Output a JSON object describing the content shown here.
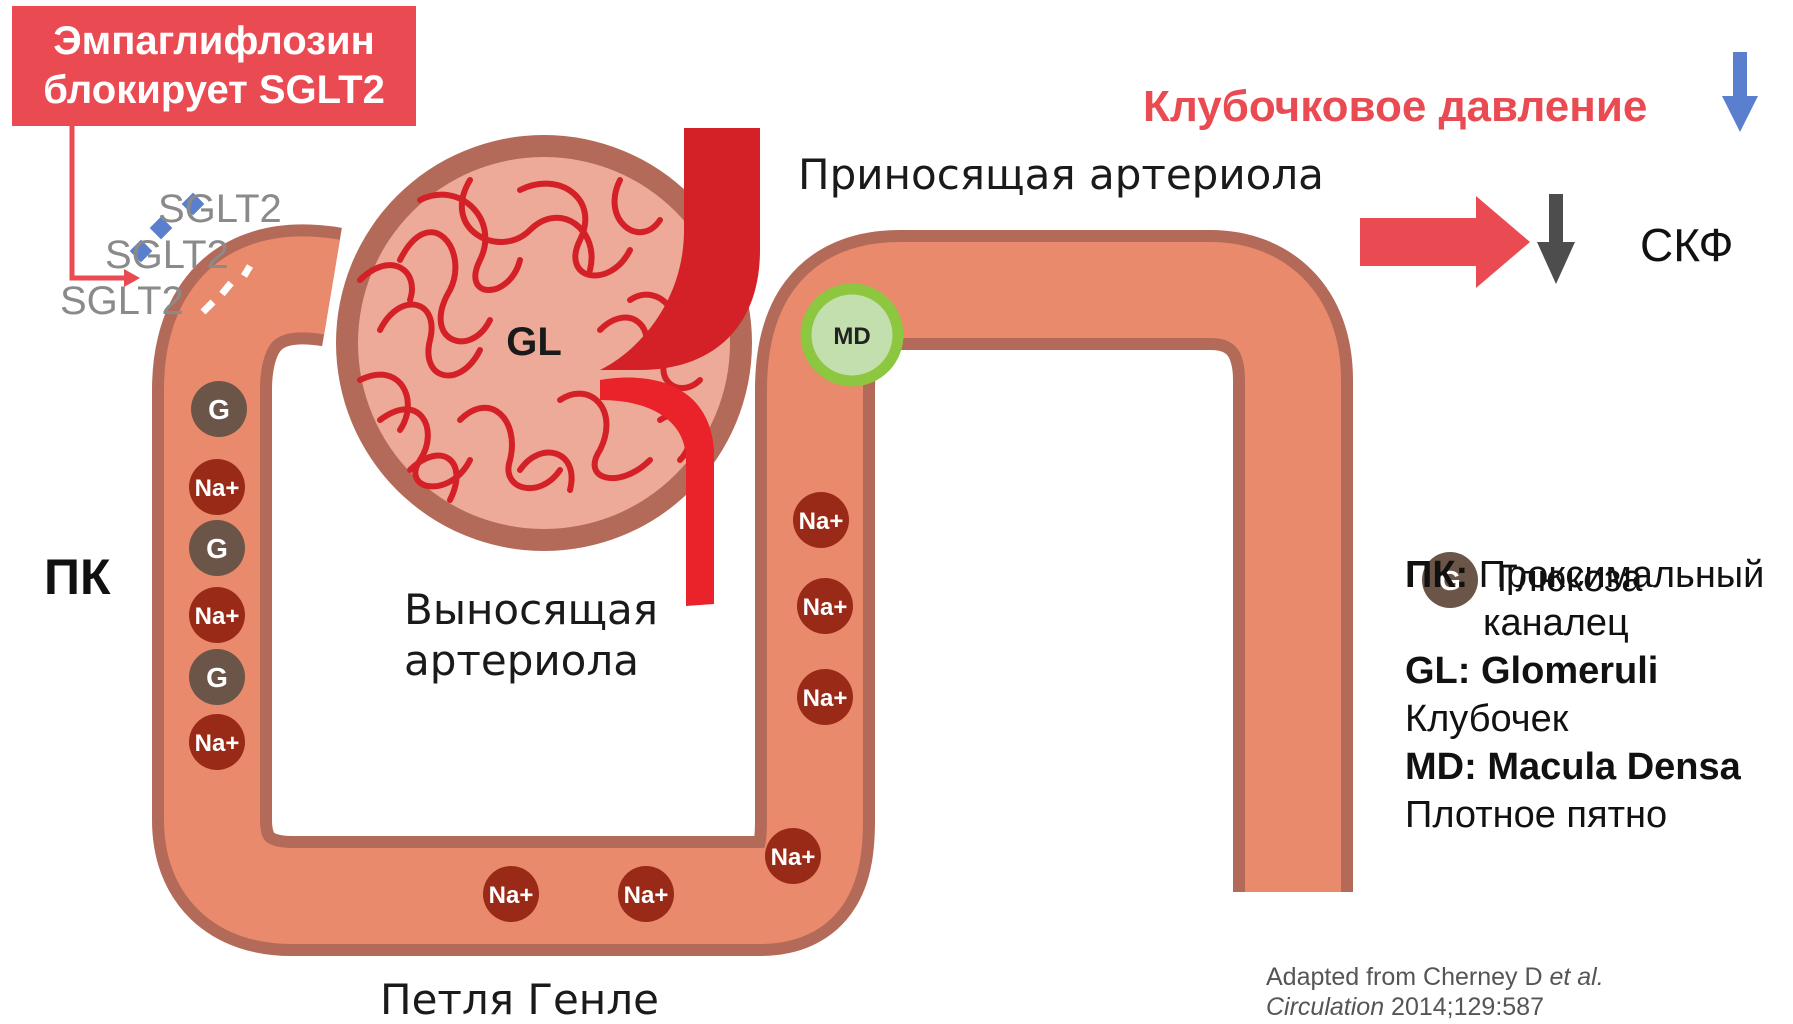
{
  "callout": {
    "line1": "Эмпаглифлозин",
    "line2": "блокирует SGLT2"
  },
  "pressure_label": "Клубочковое давление",
  "afferent_label": "Приносящая артериола",
  "efferent_label_line1": "Выносящая",
  "efferent_label_line2": "артериола",
  "gfr_label": "СКФ",
  "pk_label": "ПК",
  "loop_label": "Петля Генле",
  "glomerulus_label": "GL",
  "macula_densa_label": "MD",
  "transporter_labels": [
    "SGLT2",
    "SGLT2",
    "SGLT2"
  ],
  "particles": {
    "glucose": "G",
    "sodium": "Na+"
  },
  "legend": {
    "glucose_icon": "G",
    "glucose": "Глюкоза",
    "pk_key": "ПК:",
    "pk_value_line1": "Проксимальный",
    "pk_value_line2": "каналец",
    "gl_key": "GL:",
    "gl_value": "Glomeruli",
    "gl_translation": "Клубочек",
    "md_key": "MD:",
    "md_value": "Macula Densa",
    "md_translation": "Плотное пятно"
  },
  "citation": {
    "prefix": "Adapted from Cherney D ",
    "etal": "et al.",
    "journal": "Circulation",
    "ref": " 2014;129:587"
  },
  "colors": {
    "callout": "#ea4a51",
    "tubule": "#e98a6c",
    "tubule_border": "#b46a58",
    "vessel": "#d42027",
    "glomerulus_fill": "#eeaa98",
    "sodium": "#982a17",
    "glucose": "#6a5548",
    "macula_densa_ring": "#8dc63f",
    "macula_densa_fill": "#c3dfae",
    "arrow_blue": "#5b7fcf",
    "arrow_gray": "#4d4d4d",
    "arrow_red": "#ea4a51",
    "transporter": "#5b7fcf"
  }
}
